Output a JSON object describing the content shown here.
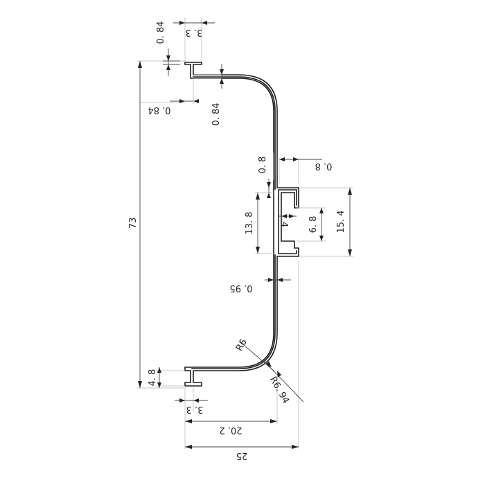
{
  "dimensions": {
    "top_flange_height": "0. 84",
    "top_lip_width": "3. 3",
    "top_lip_offset": "0. 84",
    "top_web_thickness": "0. 84",
    "overall_height": "73",
    "slot_wall_thickness": "0. 8",
    "slot_top_wall": "0. 8",
    "slot_inner_height": "13. 8",
    "slot_depth": "4",
    "slot_opening": "6. 8",
    "slot_outer_height": "15. 4",
    "web_thickness": "0. 95",
    "inner_radius": "R6",
    "outer_radius": "R6. 94",
    "bottom_foot_height": "4. 8",
    "bottom_lip_width": "3. 3",
    "bottom_width": "20. 2",
    "overall_width": "25"
  }
}
